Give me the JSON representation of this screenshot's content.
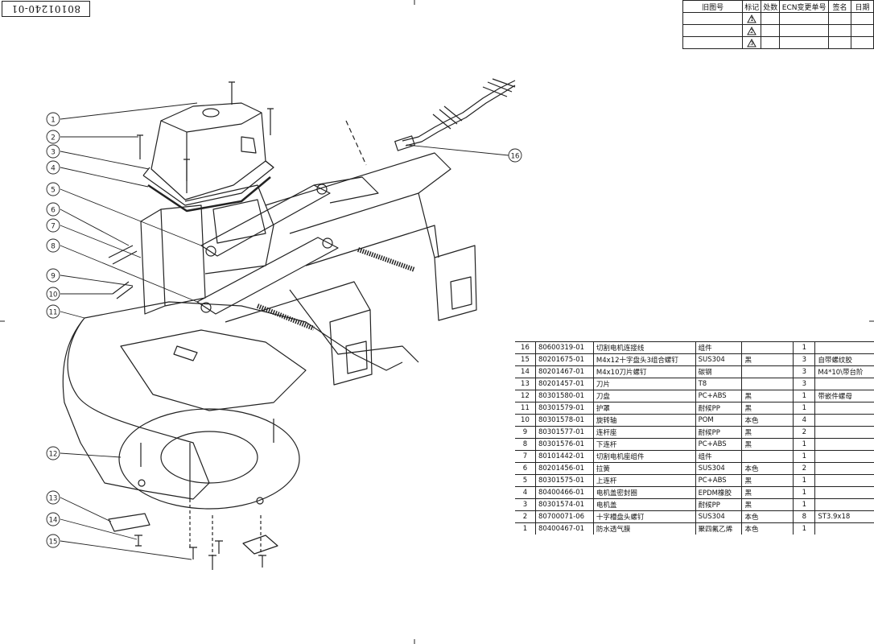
{
  "document_number": "80101240-01",
  "revision_block": {
    "headers": [
      "旧图号",
      "标记",
      "处数",
      "ECN变更单号",
      "签名",
      "日期"
    ],
    "marks": [
      "1",
      "2",
      "3"
    ]
  },
  "callouts": [
    "1",
    "2",
    "3",
    "4",
    "5",
    "6",
    "7",
    "8",
    "9",
    "10",
    "11",
    "12",
    "13",
    "14",
    "15",
    "16"
  ],
  "bom": [
    {
      "no": "16",
      "code": "80600319-01",
      "name": "切割电机连接线",
      "material": "组件",
      "color": "",
      "qty": "1",
      "remark": ""
    },
    {
      "no": "15",
      "code": "80201675-01",
      "name": "M4x12十字盘头3组合螺钉",
      "material": "SUS304",
      "color": "黑",
      "qty": "3",
      "remark": "自带螺纹胶"
    },
    {
      "no": "14",
      "code": "80201467-01",
      "name": "M4x10刀片螺钉",
      "material": "碳钢",
      "color": "",
      "qty": "3",
      "remark": "M4*10\\带台阶"
    },
    {
      "no": "13",
      "code": "80201457-01",
      "name": "刀片",
      "material": "T8",
      "color": "",
      "qty": "3",
      "remark": ""
    },
    {
      "no": "12",
      "code": "80301580-01",
      "name": "刀盘",
      "material": "PC+ABS",
      "color": "黑",
      "qty": "1",
      "remark": "带嵌件螺母"
    },
    {
      "no": "11",
      "code": "80301579-01",
      "name": "护罩",
      "material": "耐候PP",
      "color": "黑",
      "qty": "1",
      "remark": ""
    },
    {
      "no": "10",
      "code": "80301578-01",
      "name": "旋转轴",
      "material": "POM",
      "color": "本色",
      "qty": "4",
      "remark": ""
    },
    {
      "no": "9",
      "code": "80301577-01",
      "name": "连杆座",
      "material": "耐候PP",
      "color": "黑",
      "qty": "2",
      "remark": ""
    },
    {
      "no": "8",
      "code": "80301576-01",
      "name": "下连杆",
      "material": "PC+ABS",
      "color": "黑",
      "qty": "1",
      "remark": ""
    },
    {
      "no": "7",
      "code": "80101442-01",
      "name": "切割电机座组件",
      "material": "组件",
      "color": "",
      "qty": "1",
      "remark": ""
    },
    {
      "no": "6",
      "code": "80201456-01",
      "name": "拉簧",
      "material": "SUS304",
      "color": "本色",
      "qty": "2",
      "remark": ""
    },
    {
      "no": "5",
      "code": "80301575-01",
      "name": "上连杆",
      "material": "PC+ABS",
      "color": "黑",
      "qty": "1",
      "remark": ""
    },
    {
      "no": "4",
      "code": "80400466-01",
      "name": "电机盖密封圈",
      "material": "EPDM橡胶",
      "color": "黑",
      "qty": "1",
      "remark": ""
    },
    {
      "no": "3",
      "code": "80301574-01",
      "name": "电机盖",
      "material": "耐候PP",
      "color": "黑",
      "qty": "1",
      "remark": ""
    },
    {
      "no": "2",
      "code": "80700071-06",
      "name": "十字槽盘头螺钉",
      "material": "SUS304",
      "color": "本色",
      "qty": "8",
      "remark": "ST3.9x18"
    },
    {
      "no": "1",
      "code": "80400467-01",
      "name": "防水透气膜",
      "material": "聚四氟乙烯",
      "color": "本色",
      "qty": "1",
      "remark": ""
    }
  ]
}
